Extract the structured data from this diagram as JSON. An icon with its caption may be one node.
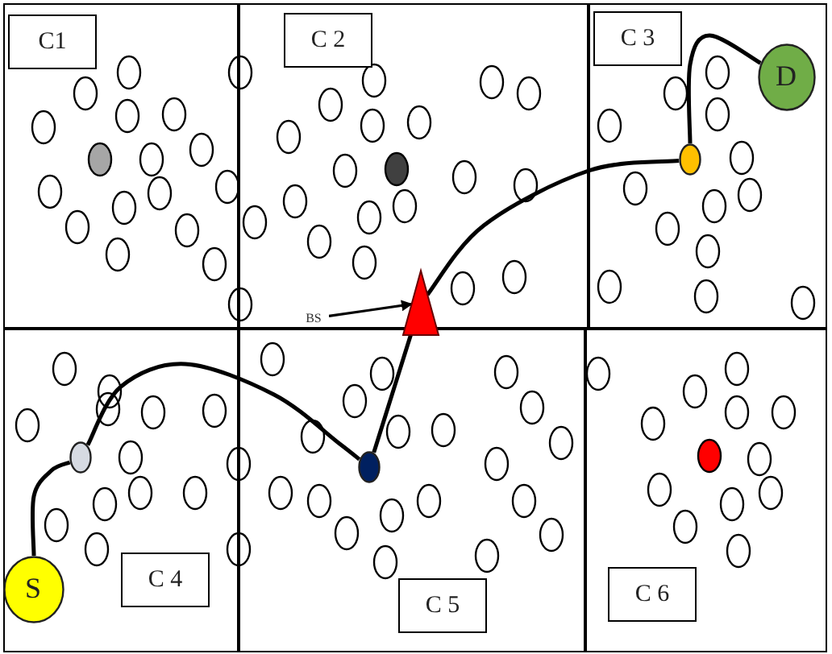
{
  "diagram": {
    "nodes": [
      {
        "text": [
          "C1"
        ]
      },
      {
        "text": [
          "C 2"
        ]
      },
      {
        "text": [
          "C 3"
        ]
      },
      {
        "text": [
          "C 4"
        ]
      },
      {
        "text": [
          "C 5"
        ]
      },
      {
        "text": [
          "C 6"
        ]
      },
      {
        "text": [
          "S"
        ],
        "in": 3
      },
      {
        "text": [],
        "shape": "circle",
        "in": 3
      },
      {
        "text": [],
        "shape": "circle",
        "in": 4
      },
      {
        "text": [],
        "shape": "triangle"
      },
      {
        "text": [],
        "shape": "circle",
        "in": 2
      },
      {
        "text": [
          "D"
        ],
        "in": 2
      },
      {
        "text": [
          "BS"
        ],
        "in": 1
      }
    ],
    "edges": [
      {
        "from": 6,
        "to": 7,
        "arrow": "none"
      },
      {
        "from": 7,
        "to": 8,
        "arrow": "none"
      },
      {
        "from": 8,
        "to": 9,
        "arrow": "none"
      },
      {
        "from": 9,
        "to": 10,
        "arrow": "none"
      },
      {
        "from": 10,
        "to": 11,
        "arrow": "none"
      },
      {
        "from": 12,
        "to": 9,
        "arrow": "to"
      }
    ]
  }
}
